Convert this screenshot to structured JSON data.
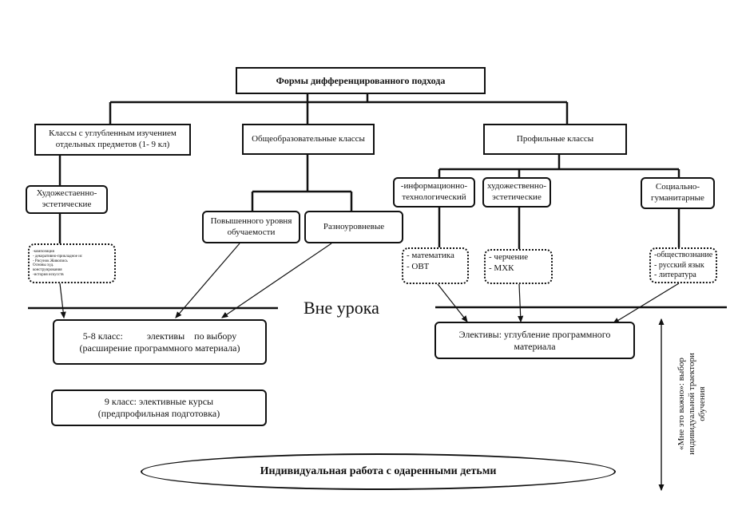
{
  "title": "Формы дифференцированного подхода",
  "branches": {
    "in_depth": "Классы с углубленным изучением отдельных предметов (1- 9 кл)",
    "general": "Общеобразовательные классы",
    "profile": "Профильные классы"
  },
  "in_depth_sub": "Художестаенно-эстетические",
  "in_depth_details": [
    "-композиция",
    "- декоративно-прикладное ис",
    "- Рисунок Живопись",
    "Основы худ.",
    "конструирования",
    "-история искусств"
  ],
  "general_sub": {
    "advanced": "Повышенного уровня обучаемости",
    "multi": "Разноуровневые"
  },
  "profile_sub": {
    "it": "-информационно-технологический",
    "art": "художественно-эстетические",
    "social": "Социально-гуманитарные"
  },
  "profile_details": {
    "it": [
      "- математика",
      "- ОВТ"
    ],
    "art": [
      "- черчение",
      "- МХК"
    ],
    "social": [
      "-обществознание",
      "- русский язык",
      "- литература"
    ]
  },
  "outside_label": "Вне урока",
  "electives_left": {
    "grade": "5-8 класс:",
    "text": "элективы",
    "choice": "по выбору",
    "sub": "(расширение программного материала)"
  },
  "electives_right": "Элективы: углубление программного материала",
  "electives_9": {
    "line1": "9 класс: элективные курсы",
    "line2": "(предпрофильная подготовка)"
  },
  "individual": "Индивидуальная работа с одаренными детьми",
  "side_note": [
    "«Мне это важно»: выбор",
    "индивидуальной траектори",
    "обучения"
  ],
  "colors": {
    "ink": "#111111",
    "background": "#ffffff"
  }
}
